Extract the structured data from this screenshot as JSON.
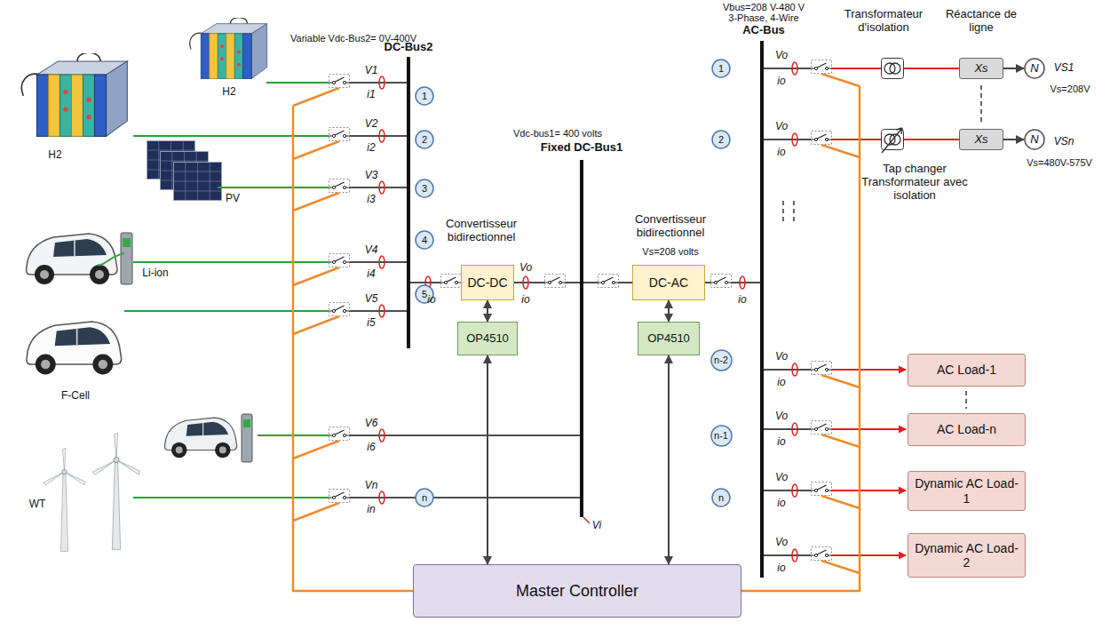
{
  "diagram": {
    "nodes": [
      {
        "text": [
          "1"
        ]
      },
      {
        "text": [
          "2"
        ]
      },
      {
        "text": [
          "3"
        ]
      },
      {
        "text": [
          "4"
        ]
      },
      {
        "text": [
          "5"
        ]
      },
      {
        "text": [
          "n"
        ]
      },
      {
        "text": [
          "DC-DC"
        ]
      },
      {
        "text": [
          "OP4510"
        ]
      },
      {
        "text": [
          "DC-AC"
        ]
      },
      {
        "text": [
          "OP4510"
        ]
      },
      {
        "text": [
          "1"
        ]
      },
      {
        "text": [
          "2"
        ]
      },
      {
        "text": [
          "n-2"
        ]
      },
      {
        "text": [
          "n-1"
        ]
      },
      {
        "text": [
          "n"
        ]
      },
      {
        "text": [
          "Xs"
        ]
      },
      {
        "text": [
          "N"
        ]
      },
      {
        "text": [
          "Xs"
        ]
      },
      {
        "text": [
          "N"
        ]
      },
      {
        "text": [
          "AC Load-1"
        ]
      },
      {
        "text": [
          "AC Load-n"
        ]
      },
      {
        "text": [
          "Dynamic AC Load-1"
        ]
      },
      {
        "text": [
          "Dynamic AC Load-2"
        ]
      },
      {
        "text": [
          "Master Controller"
        ]
      }
    ],
    "edges": [
      {
        "from": 7,
        "to": 6,
        "arrow": "both"
      },
      {
        "from": 9,
        "to": 8,
        "arrow": "both"
      },
      {
        "from": 23,
        "to": 7,
        "arrow": "both"
      },
      {
        "from": 23,
        "to": 9,
        "arrow": "both"
      },
      {
        "from": 15,
        "to": 16,
        "arrow": "to"
      },
      {
        "from": 17,
        "to": 18,
        "arrow": "to"
      }
    ],
    "labels": [
      "Variable Vdc-Bus2= 0V-400V",
      "DC-Bus2",
      "Vdc-bus1= 400 volts",
      "Fixed DC-Bus1",
      "Vbus=208 V-480 V",
      "3-Phase, 4-Wire",
      "AC-Bus",
      "Transformateur d'isolation",
      "Réactance de ligne",
      "Tap changer Transformateur avec isolation",
      "Convertisseur bidirectionnel",
      "Convertisseur bidirectionnel",
      "Vs=208 volts",
      "H2",
      "H2",
      "PV",
      "Li-ion",
      "F-Cell",
      "WT",
      "V1",
      "i1",
      "V2",
      "i2",
      "V3",
      "i3",
      "V4",
      "i4",
      "V5",
      "i5",
      "V6",
      "i6",
      "Vn",
      "in",
      "Vi",
      "io",
      "Vo",
      "io",
      "io",
      "Vo",
      "io",
      "Vo",
      "io",
      "Vo",
      "io",
      "Vo",
      "io",
      "Vo",
      "io",
      "Vo",
      "io",
      "Vs=208V",
      "Vs=480V-575V",
      "VS1",
      "VSn"
    ]
  }
}
